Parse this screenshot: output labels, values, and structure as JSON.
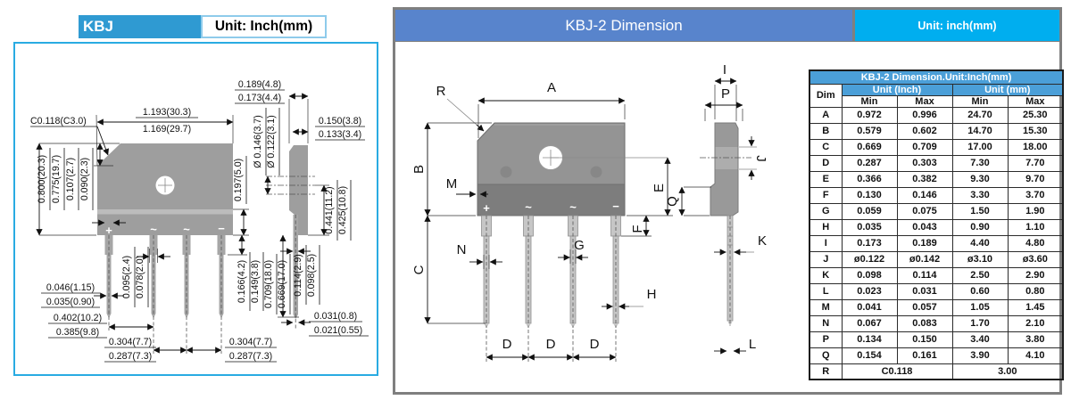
{
  "left_panel": {
    "title": "KBJ",
    "unit_label": "Unit: Inch(mm)",
    "pin_marks": [
      "+",
      "~",
      "~",
      "−"
    ],
    "dims": {
      "topw_max": "1.193(30.3)",
      "topw_min": "1.169(29.7)",
      "chamfer": "C0.118(C3.0)",
      "sidew_max": "0.189(4.8)",
      "sidew_min": "0.173(4.4)",
      "sidetop_max": "0.150(3.8)",
      "sidetop_min": "0.133(3.4)",
      "h_max": "0.800(20.3)",
      "h_min": "0.775(19.7)",
      "step_max": "0.107(2.7)",
      "step_min": "0.090(2.3)",
      "hole_max": "Ø 0.146(3.7)",
      "hole_min": "Ø 0.122(3.1)",
      "seat": "0.197(5.0)",
      "holec_max": "0.441(11.2)",
      "holec_min": "0.425(10.8)",
      "pin1w_max": "0.046(1.15)",
      "pin1w_min": "0.035(0.90)",
      "pinww_max": "0.095(2.4)",
      "pinww_min": "0.078(2.0)",
      "p12_max": "0.402(10.2)",
      "p12_min": "0.385(9.8)",
      "p23_max": "0.304(7.7)",
      "p23_min": "0.287(7.3)",
      "p34_max": "0.304(7.7)",
      "p34_min": "0.287(7.3)",
      "shoulder_max": "0.166(4.2)",
      "shoulder_min": "0.149(3.8)",
      "pinlen_max": "0.709(18.0)",
      "pinlen_min": "0.669(17.0)",
      "pinside_max": "0.114(2.9)",
      "pinside_min": "0.098(2.5)",
      "tip_max": "0.031(0.8)",
      "tip_min": "0.021(0.55)"
    }
  },
  "right_panel": {
    "title": "KBJ-2 Dimension",
    "unit_label": "Unit: inch(mm)",
    "pin_marks": [
      "+",
      "~",
      "~",
      "−"
    ],
    "labels": {
      "r": "R",
      "a": "A",
      "b": "B",
      "m": "M",
      "e": "E",
      "c": "C",
      "f": "F",
      "n": "N",
      "g": "G",
      "h": "H",
      "d1": "D",
      "d2": "D",
      "d3": "D",
      "i": "I",
      "p": "P",
      "j": "J",
      "q": "Q",
      "k": "K",
      "l": "L"
    },
    "table": {
      "title": "KBJ-2 Dimension.Unit:Inch(mm)",
      "dim_header": "Dim",
      "inch_header": "Unit (Inch)",
      "mm_header": "Unit (mm)",
      "min_label": "Min",
      "max_label": "Max",
      "rows": [
        {
          "dim": "A",
          "inch_min": "0.972",
          "inch_max": "0.996",
          "mm_min": "24.70",
          "mm_max": "25.30"
        },
        {
          "dim": "B",
          "inch_min": "0.579",
          "inch_max": "0.602",
          "mm_min": "14.70",
          "mm_max": "15.30"
        },
        {
          "dim": "C",
          "inch_min": "0.669",
          "inch_max": "0.709",
          "mm_min": "17.00",
          "mm_max": "18.00"
        },
        {
          "dim": "D",
          "inch_min": "0.287",
          "inch_max": "0.303",
          "mm_min": "7.30",
          "mm_max": "7.70"
        },
        {
          "dim": "E",
          "inch_min": "0.366",
          "inch_max": "0.382",
          "mm_min": "9.30",
          "mm_max": "9.70"
        },
        {
          "dim": "F",
          "inch_min": "0.130",
          "inch_max": "0.146",
          "mm_min": "3.30",
          "mm_max": "3.70"
        },
        {
          "dim": "G",
          "inch_min": "0.059",
          "inch_max": "0.075",
          "mm_min": "1.50",
          "mm_max": "1.90"
        },
        {
          "dim": "H",
          "inch_min": "0.035",
          "inch_max": "0.043",
          "mm_min": "0.90",
          "mm_max": "1.10"
        },
        {
          "dim": "I",
          "inch_min": "0.173",
          "inch_max": "0.189",
          "mm_min": "4.40",
          "mm_max": "4.80"
        },
        {
          "dim": "J",
          "inch_min": "ø0.122",
          "inch_max": "ø0.142",
          "mm_min": "ø3.10",
          "mm_max": "ø3.60"
        },
        {
          "dim": "K",
          "inch_min": "0.098",
          "inch_max": "0.114",
          "mm_min": "2.50",
          "mm_max": "2.90"
        },
        {
          "dim": "L",
          "inch_min": "0.023",
          "inch_max": "0.031",
          "mm_min": "0.60",
          "mm_max": "0.80"
        },
        {
          "dim": "M",
          "inch_min": "0.041",
          "inch_max": "0.057",
          "mm_min": "1.05",
          "mm_max": "1.45"
        },
        {
          "dim": "N",
          "inch_min": "0.067",
          "inch_max": "0.083",
          "mm_min": "1.70",
          "mm_max": "2.10"
        },
        {
          "dim": "P",
          "inch_min": "0.134",
          "inch_max": "0.150",
          "mm_min": "3.40",
          "mm_max": "3.80"
        },
        {
          "dim": "Q",
          "inch_min": "0.154",
          "inch_max": "0.161",
          "mm_min": "3.90",
          "mm_max": "4.10"
        }
      ],
      "last_row": {
        "dim": "R",
        "inch": "C0.118",
        "mm": "3.00"
      }
    }
  },
  "colors": {
    "panel_border_blue": "#29abe2",
    "left_title_blue": "#2f9ad2",
    "right_title_blue": "#5884cc",
    "accent_cyan": "#00aeef",
    "table_header_blue": "#4b9fd8",
    "frame_gray": "#7f7f7f"
  }
}
